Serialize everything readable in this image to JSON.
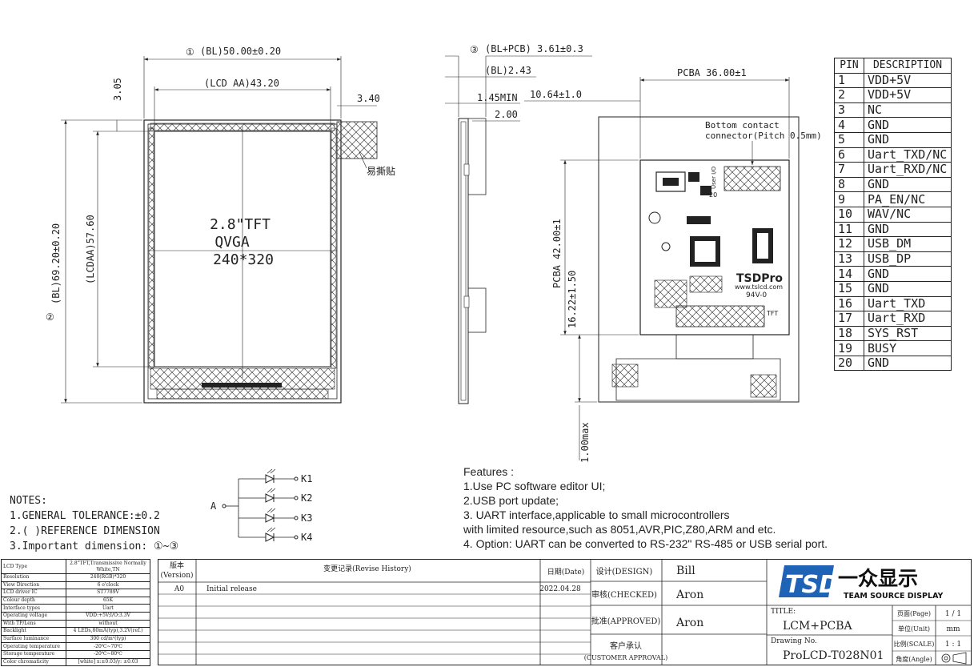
{
  "dimensions": {
    "bl_width": "(BL)50.00±0.20",
    "bl_width_marker": "①",
    "lcd_aa_width": "(LCD AA)43.20",
    "top_offset": "3.05",
    "tab_width": "3.40",
    "bl_height": "(BL)69.20±0.20",
    "bl_height_marker": "②",
    "lcd_aa_height": "(LCDAA)57.60",
    "bl_pcb_thickness": "(BL+PCB) 3.61±0.3",
    "bl_pcb_marker": "③",
    "bl_thickness": "(BL)2.43",
    "min_145": "1.45MIN",
    "t200": "2.00",
    "pcba_width": "PCBA 36.00±1",
    "offset_1064": "10.64±1.0",
    "pcba_height": "PCBA 42.00±1",
    "h_1622": "16.22±1.50",
    "h_100": "1.00max",
    "tear_tape": "易撕贴",
    "bottom_contact": "Bottom contact",
    "connector_pitch": "connector(Pitch 0.5mm)"
  },
  "lcd": {
    "line1": "2.8\"TFT",
    "line2": "QVGA",
    "line3": "240*320"
  },
  "pcb_labels": {
    "logo": "TSDPro",
    "url": "www.tslcd.com",
    "rating": "94V-0",
    "tft": "TFT",
    "user_io": "User I/O",
    "pin20": "20"
  },
  "pin_table": {
    "header": [
      "PIN",
      "DESCRIPTION"
    ],
    "rows": [
      [
        "1",
        "VDD+5V"
      ],
      [
        "2",
        "VDD+5V"
      ],
      [
        "3",
        "NC"
      ],
      [
        "4",
        "GND"
      ],
      [
        "5",
        "GND"
      ],
      [
        "6",
        "Uart_TXD/NC"
      ],
      [
        "7",
        "Uart_RXD/NC"
      ],
      [
        "8",
        "GND"
      ],
      [
        "9",
        "PA_EN/NC"
      ],
      [
        "10",
        "WAV/NC"
      ],
      [
        "11",
        "GND"
      ],
      [
        "12",
        "USB_DM"
      ],
      [
        "13",
        "USB_DP"
      ],
      [
        "14",
        "GND"
      ],
      [
        "15",
        "GND"
      ],
      [
        "16",
        "Uart_TXD"
      ],
      [
        "17",
        "Uart_RXD"
      ],
      [
        "18",
        "SYS_RST"
      ],
      [
        "19",
        "BUSY"
      ],
      [
        "20",
        "GND"
      ]
    ]
  },
  "led": {
    "anode": "A",
    "cathodes": [
      "K1",
      "K2",
      "K3",
      "K4"
    ]
  },
  "notes": {
    "title": "NOTES:",
    "items": [
      "1.GENERAL TOLERANCE:±0.2",
      "2.( )REFERENCE DIMENSION",
      "3.Important dimension: ①~③"
    ]
  },
  "features": {
    "title": "Features :",
    "items": [
      "1.Use PC software editor UI;",
      "2.USB port update;",
      "3. UART  interface,applicable to small microcontrollers",
      "    with limited resource,such as 8051,AVR,PIC,Z80,ARM and etc.",
      "4. Option: UART can be converted to RS-232ʺ RS-485 or USB serial port."
    ]
  },
  "spec_table": [
    [
      "LCD Type",
      "2.8\"TFT,Transmissive Normally White,TN"
    ],
    [
      "Resolution",
      "240(RGB)*320"
    ],
    [
      "View Direction",
      "6 o'clock"
    ],
    [
      "LCD driver IC",
      "ST7789V"
    ],
    [
      "Colour depth",
      "65K"
    ],
    [
      "Interface types",
      "Uart"
    ],
    [
      "Operating voltage",
      "VDD:+5V;I/O:3.3V"
    ],
    [
      "With TP/Lens",
      "without"
    ],
    [
      "Backlight",
      "4 LEDs,80mA(typ),3.2V(ref.)"
    ],
    [
      "Surface luminance",
      "300 cd/m²(typ)"
    ],
    [
      "Operating temperature",
      "-20℃~70℃"
    ],
    [
      "Storage temperature",
      "-20℃~80℃"
    ],
    [
      "Color chromaticity",
      "[white] x:±0.03/y: ±0.03"
    ]
  ],
  "title_block": {
    "version_header": "版本",
    "version_header_en": "(Version)",
    "revision_header": "变更记录(Revise History)",
    "date_header": "日期(Date)",
    "version": "A0",
    "revision": "Initial release",
    "date": "2022.04.28",
    "design_label": "设计(DESIGN)",
    "design_name": "Bill",
    "checked_label": "审核(CHECKED)",
    "checked_name": "Aron",
    "approved_label": "批准(APPROVED)",
    "approved_name": "Aron",
    "customer_label": "客户承认",
    "customer_label_en": "(CUSTOMER APPROVAL)",
    "title_label": "TITLE:",
    "title_value": "LCM+PCBA",
    "drawing_label": "Drawing No.",
    "drawing_value": "ProLCD-T028N01",
    "page_label": "页面(Page)",
    "page_value": "1 / 1",
    "unit_label": "单位(Unit)",
    "unit_value": "mm",
    "scale_label": "比例(SCALE)",
    "scale_value": "1 : 1",
    "angle_label": "角度(Angle)",
    "logo_mark": "TSD",
    "logo_cn": "一众显示",
    "logo_en": "TEAM SOURCE DISPLAY"
  }
}
